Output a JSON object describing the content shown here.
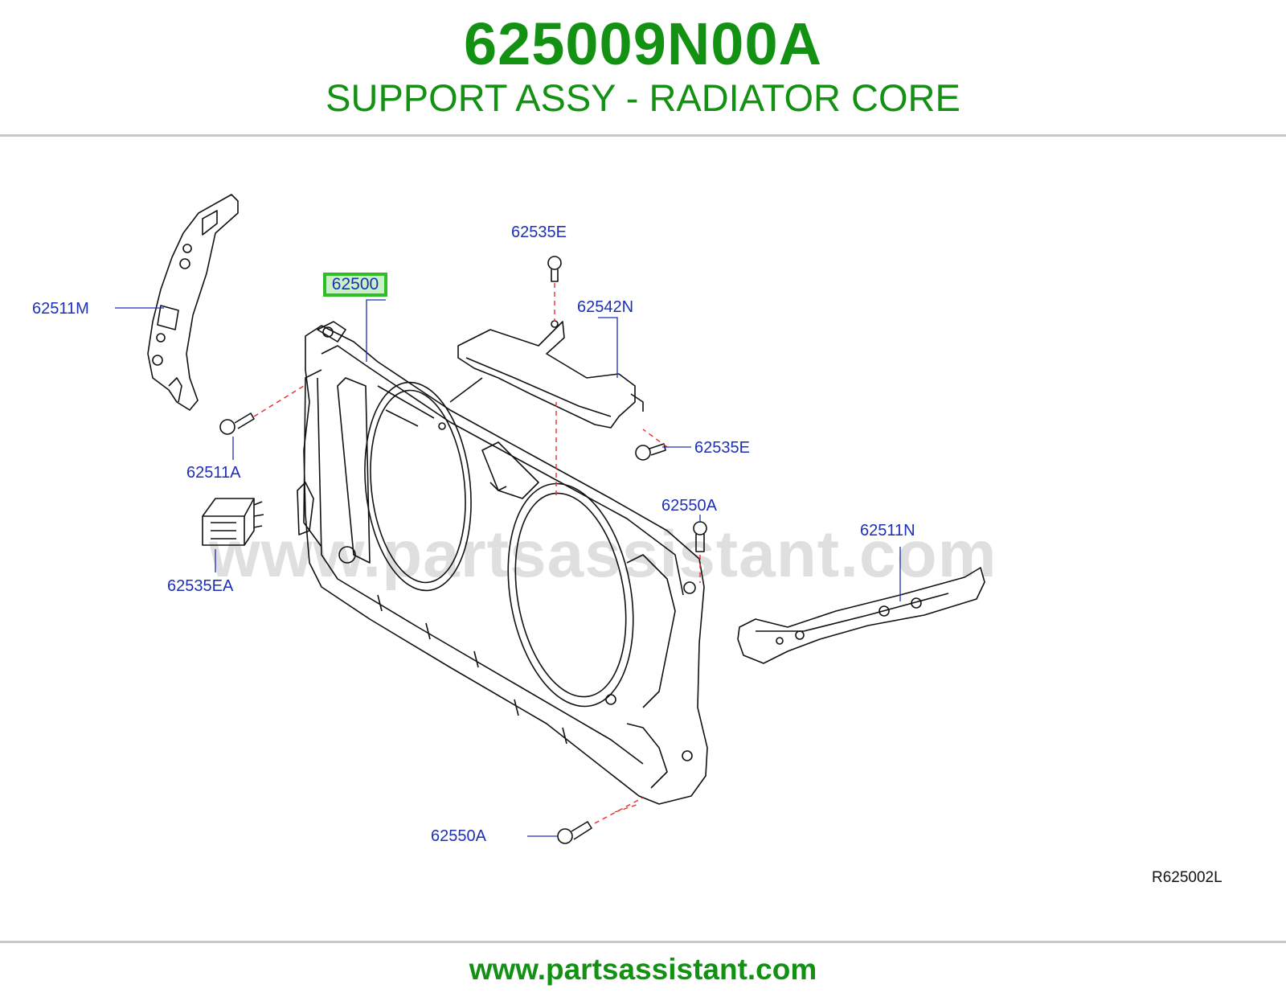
{
  "header": {
    "part_number": "625009N00A",
    "description": "SUPPORT ASSY - RADIATOR CORE"
  },
  "diagram": {
    "labels": {
      "main_part": "62500",
      "bracket_left": "62511M",
      "bolt_left": "62511A",
      "clip_left": "62535EA",
      "bolt_top": "62535E",
      "cover": "62542N",
      "bolt_cover_right": "62535E",
      "bolt_right": "62550A",
      "bracket_right": "62511N",
      "bolt_bottom": "62550A"
    },
    "watermark": "www.partsassistant.com",
    "reference_code": "R625002L"
  },
  "footer": {
    "site": "www.partsassistant.com"
  },
  "colors": {
    "brand_green": "#129112",
    "label_blue": "#1d2fb4",
    "highlight_border": "#2fbf24",
    "highlight_fill": "#c9f1c8",
    "leader_red": "#e23030"
  }
}
